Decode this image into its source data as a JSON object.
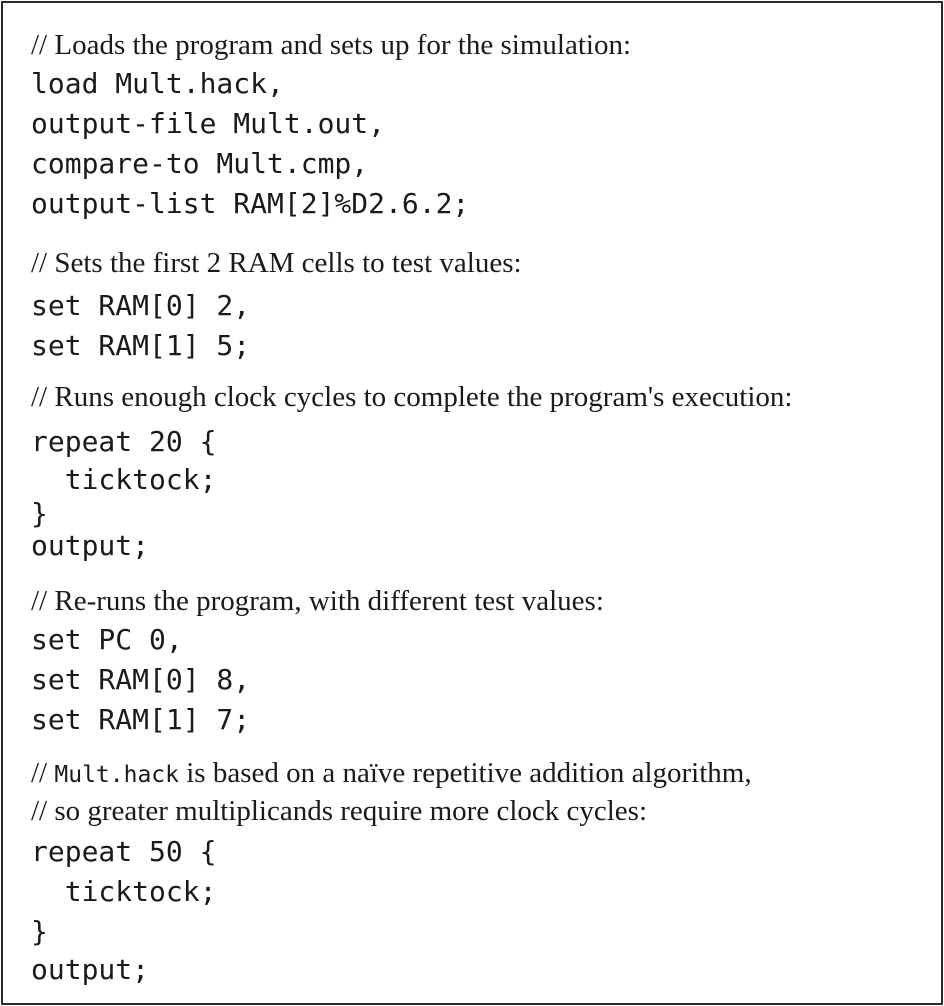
{
  "lines": [
    {
      "type": "comment",
      "text": "// Loads the program and sets up for the simulation:"
    },
    {
      "type": "code",
      "text": "load Mult.hack,"
    },
    {
      "type": "code",
      "text": "output-file Mult.out,"
    },
    {
      "type": "code",
      "text": "compare-to Mult.cmp,"
    },
    {
      "type": "code",
      "text": "output-list RAM[2]%D2.6.2;"
    },
    {
      "type": "comment",
      "text": "// Sets the first 2 RAM cells to test values:"
    },
    {
      "type": "code",
      "text": "set RAM[0] 2,"
    },
    {
      "type": "code",
      "text": "set RAM[1] 5;"
    },
    {
      "type": "comment",
      "text": "// Runs enough clock cycles to complete the program's execution:"
    },
    {
      "type": "code",
      "text": "repeat 20 {"
    },
    {
      "type": "code",
      "text": "  ticktock;"
    },
    {
      "type": "code",
      "text": "}"
    },
    {
      "type": "code",
      "text": "output;"
    },
    {
      "type": "comment",
      "text": "// Re-runs the program, with different test values:"
    },
    {
      "type": "code",
      "text": "set PC 0,"
    },
    {
      "type": "code",
      "text": "set RAM[0] 8,"
    },
    {
      "type": "code",
      "text": "set RAM[1] 7;"
    },
    {
      "type": "comment_mixed",
      "prefix": "// ",
      "code": "Mult.hack",
      "suffix": " is based on a naïve repetitive addition algorithm,"
    },
    {
      "type": "comment",
      "text": "// so greater multiplicands require more clock cycles:"
    },
    {
      "type": "code",
      "text": "repeat 50 {"
    },
    {
      "type": "code",
      "text": "  ticktock;"
    },
    {
      "type": "code",
      "text": "}"
    },
    {
      "type": "code",
      "text": "output;"
    }
  ]
}
